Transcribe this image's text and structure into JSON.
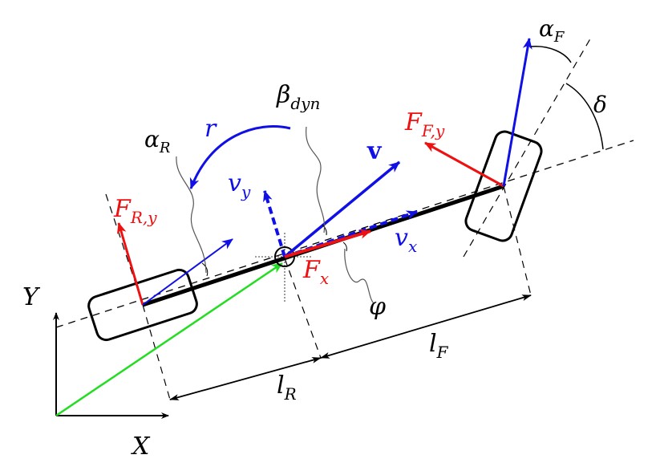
{
  "colors": {
    "red": "#ee1111",
    "blue": "#1010e6",
    "green": "#22dd22",
    "black": "#000000",
    "gray": "#555555"
  },
  "labels": {
    "alpha_F": {
      "base": "α",
      "sub": "F"
    },
    "delta": "δ",
    "beta_dyn": {
      "base": "β",
      "sub": "dyn"
    },
    "r": "r",
    "alpha_R": {
      "base": "α",
      "sub": "R"
    },
    "F_Fy": {
      "base": "F",
      "sub": "F,y"
    },
    "F_Ry": {
      "base": "F",
      "sub": "R,y"
    },
    "v": "v",
    "v_y": {
      "base": "v",
      "sub": "y"
    },
    "v_x": {
      "base": "v",
      "sub": "x"
    },
    "F_x": {
      "base": "F",
      "sub": "x"
    },
    "phi": "φ",
    "Y": "Y",
    "X": "X",
    "l_R": {
      "base": "l",
      "sub": "R"
    },
    "l_F": {
      "base": "l",
      "sub": "F"
    }
  }
}
